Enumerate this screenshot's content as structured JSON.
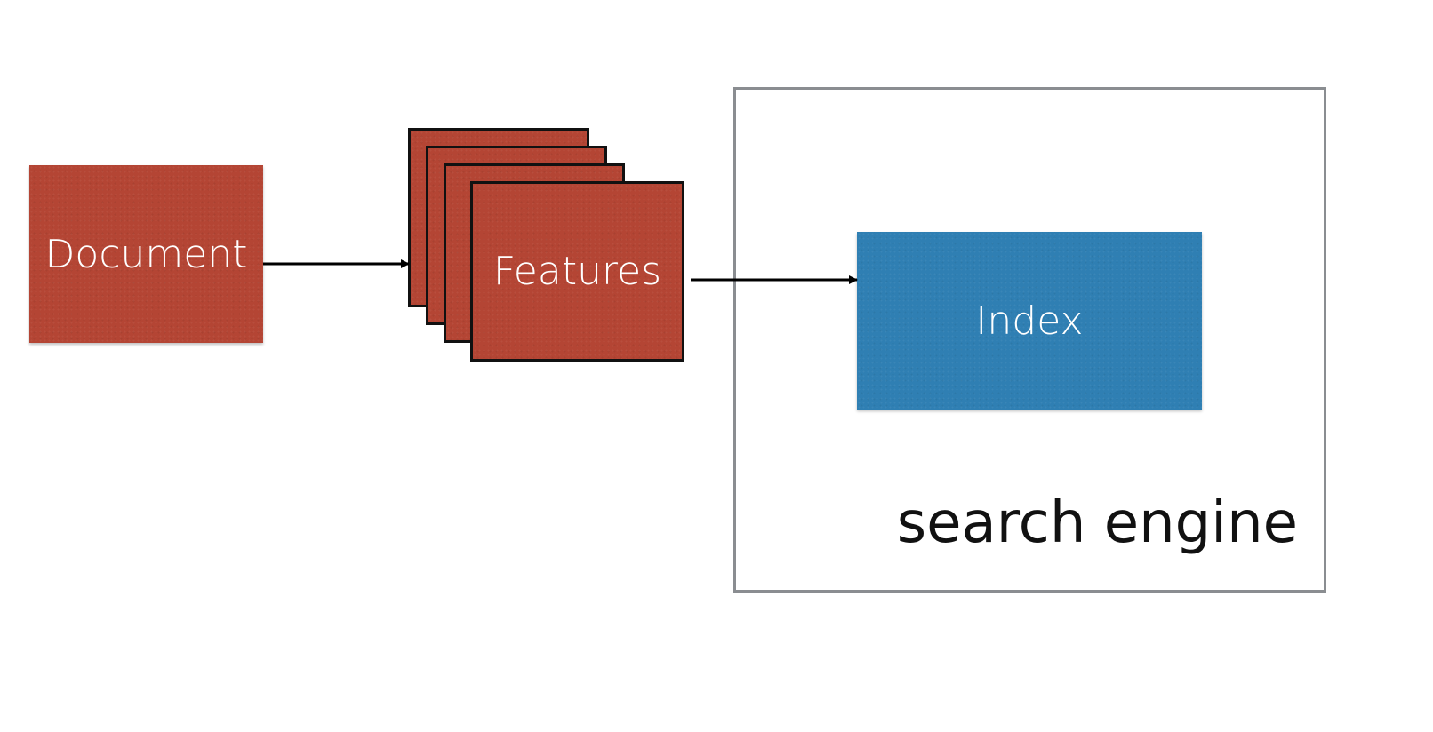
{
  "nodes": {
    "document": {
      "label": "Document",
      "color": "#b44534"
    },
    "features": {
      "label": "Features",
      "color": "#b44534",
      "stack_count": 4
    },
    "index": {
      "label": "Index",
      "color": "#2f7fb3"
    }
  },
  "container": {
    "label": "search engine",
    "border_color": "#8a8d91"
  },
  "edges": [
    {
      "from": "document",
      "to": "features"
    },
    {
      "from": "features",
      "to": "index"
    }
  ]
}
